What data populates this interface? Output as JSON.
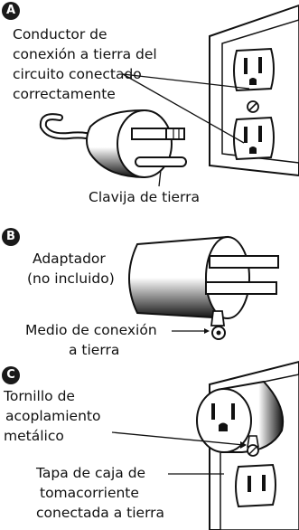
{
  "sections": [
    {
      "badge": "A",
      "labels": {
        "ground_conductor": [
          "Conductor de",
          "conexión a tierra del",
          "circuito conectado",
          "correctamente"
        ],
        "ground_pin": "Clavija de tierra"
      }
    },
    {
      "badge": "B",
      "labels": {
        "adapter": [
          "Adaptador",
          "(no incluido)"
        ],
        "ground_means": [
          "Medio de conexión",
          "a tierra"
        ]
      }
    },
    {
      "badge": "C",
      "labels": {
        "screw": [
          "Tornillo de",
          "acoplamiento",
          "metálico"
        ],
        "cover": [
          "Tapa de caja de",
          "tomacorriente",
          "conectada a tierra"
        ]
      }
    }
  ],
  "colors": {
    "ink": "#111111",
    "badge": "#1a1a1a",
    "background": "#ffffff"
  }
}
